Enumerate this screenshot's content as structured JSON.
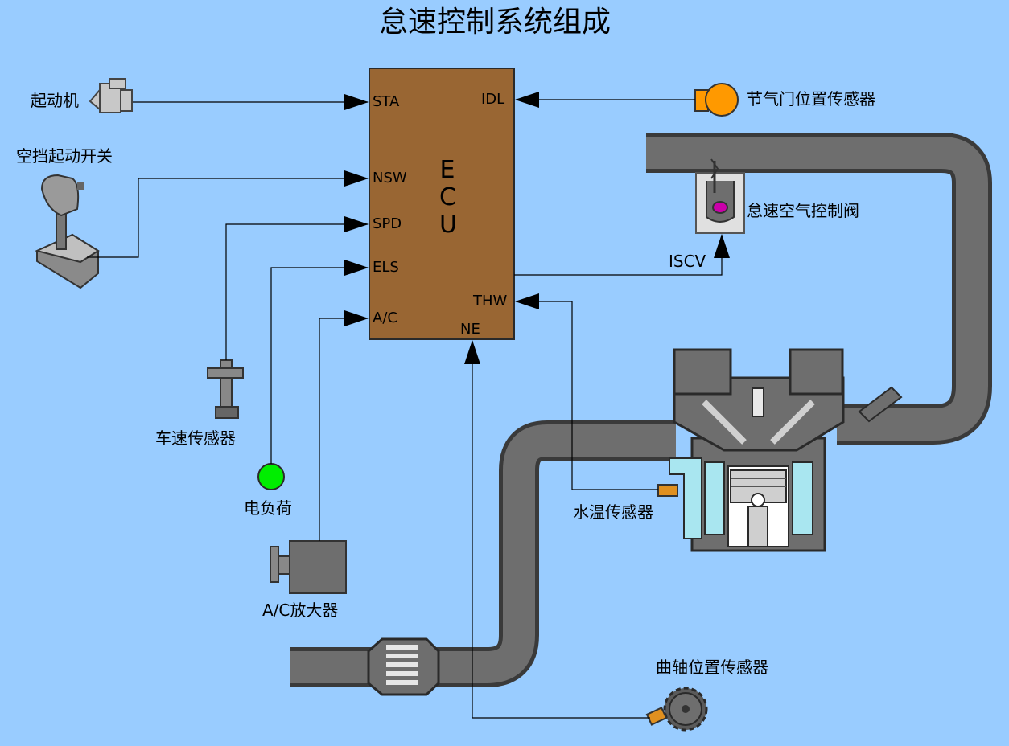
{
  "title": "怠速控制系统组成",
  "ecu": {
    "letters": [
      "E",
      "C",
      "U"
    ],
    "pins_left": [
      "STA",
      "NSW",
      "SPD",
      "ELS",
      "A/C"
    ],
    "pins_right": [
      "IDL",
      "THW"
    ],
    "pin_bottom": "NE"
  },
  "components": {
    "starter": "起动机",
    "neutral_switch": "空挡起动开关",
    "speed_sensor": "车速传感器",
    "electrical_load": "电负荷",
    "ac_amplifier": "A/C放大器",
    "throttle_sensor": "节气门位置传感器",
    "idle_valve": "怠速空气控制阀",
    "iscv_signal": "ISCV",
    "coolant_sensor": "水温传感器",
    "crank_sensor": "曲轴位置传感器"
  },
  "colors": {
    "background": "#99ccff",
    "ecu_fill": "#996633",
    "pipe": "#6e6e6e",
    "coolant": "#a9e6f0",
    "throttle_sensor": "#ff9900",
    "electrical_load": "#00ee00",
    "valve": "#cc00aa"
  }
}
